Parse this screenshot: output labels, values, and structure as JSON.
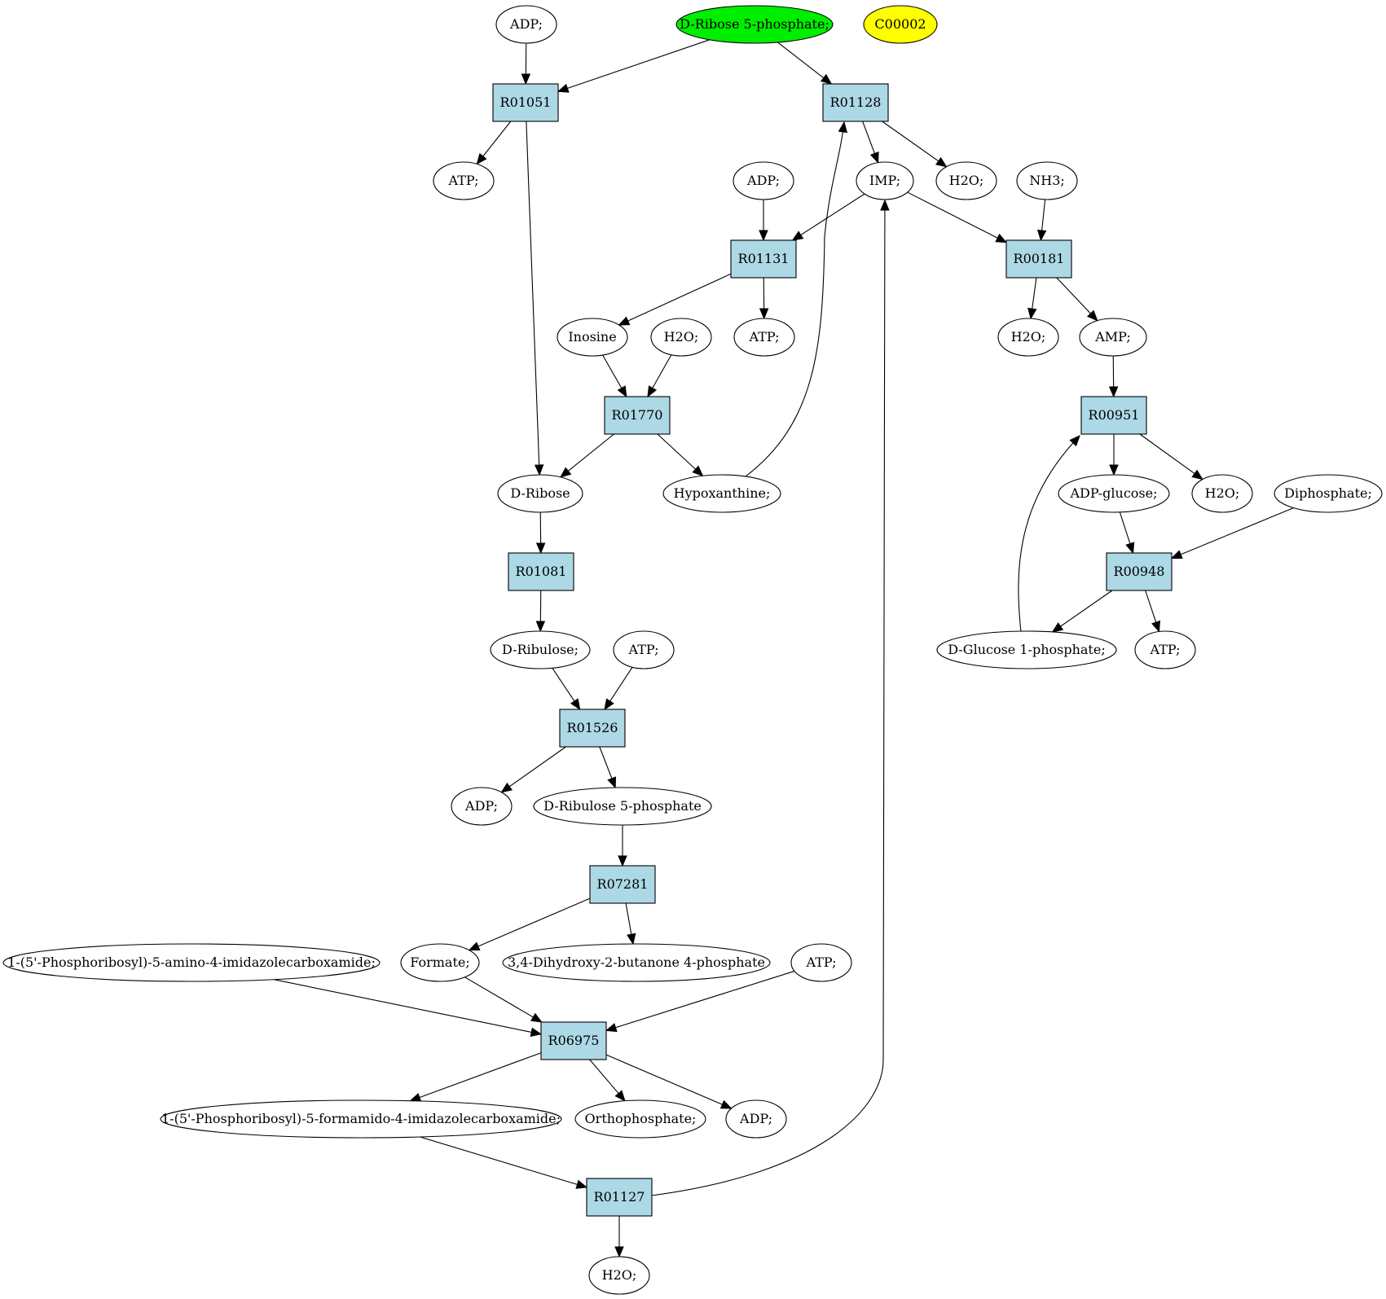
{
  "colors": {
    "reaction_fill": "#add8e6",
    "compound_fill": "#ffffff",
    "source_fill": "#00ee00",
    "target_fill": "#ffff00",
    "stroke": "#000000"
  },
  "nodes": {
    "adp_1": {
      "label": "ADP;",
      "kind": "compound"
    },
    "ribose5p": {
      "label": "D-Ribose 5-phosphate;",
      "kind": "source"
    },
    "c00002": {
      "label": "C00002",
      "kind": "target"
    },
    "r01051": {
      "label": "R01051",
      "kind": "reaction"
    },
    "r01128": {
      "label": "R01128",
      "kind": "reaction"
    },
    "atp_1": {
      "label": "ATP;",
      "kind": "compound"
    },
    "adp_2": {
      "label": "ADP;",
      "kind": "compound"
    },
    "imp": {
      "label": "IMP;",
      "kind": "compound"
    },
    "h2o_1": {
      "label": "H2O;",
      "kind": "compound"
    },
    "nh3": {
      "label": "NH3;",
      "kind": "compound"
    },
    "r01131": {
      "label": "R01131",
      "kind": "reaction"
    },
    "r00181": {
      "label": "R00181",
      "kind": "reaction"
    },
    "inosine": {
      "label": "Inosine",
      "kind": "compound"
    },
    "h2o_2": {
      "label": "H2O;",
      "kind": "compound"
    },
    "atp_2": {
      "label": "ATP;",
      "kind": "compound"
    },
    "h2o_3": {
      "label": "H2O;",
      "kind": "compound"
    },
    "amp": {
      "label": "AMP;",
      "kind": "compound"
    },
    "r01770": {
      "label": "R01770",
      "kind": "reaction"
    },
    "r00951": {
      "label": "R00951",
      "kind": "reaction"
    },
    "d_ribose": {
      "label": "D-Ribose",
      "kind": "compound"
    },
    "hypoxanthine": {
      "label": "Hypoxanthine;",
      "kind": "compound"
    },
    "adp_glucose": {
      "label": "ADP-glucose;",
      "kind": "compound"
    },
    "h2o_4": {
      "label": "H2O;",
      "kind": "compound"
    },
    "diphosphate": {
      "label": "Diphosphate;",
      "kind": "compound"
    },
    "r01081": {
      "label": "R01081",
      "kind": "reaction"
    },
    "r00948": {
      "label": "R00948",
      "kind": "reaction"
    },
    "d_ribulose": {
      "label": "D-Ribulose;",
      "kind": "compound"
    },
    "atp_3": {
      "label": "ATP;",
      "kind": "compound"
    },
    "glucose1p": {
      "label": "D-Glucose 1-phosphate;",
      "kind": "compound"
    },
    "atp_4": {
      "label": "ATP;",
      "kind": "compound"
    },
    "r01526": {
      "label": "R01526",
      "kind": "reaction"
    },
    "adp_3": {
      "label": "ADP;",
      "kind": "compound"
    },
    "ribulose5p": {
      "label": "D-Ribulose 5-phosphate",
      "kind": "compound"
    },
    "r07281": {
      "label": "R07281",
      "kind": "reaction"
    },
    "aicar": {
      "label": "1-(5'-Phosphoribosyl)-5-amino-4-imidazolecarboxamide;",
      "kind": "compound"
    },
    "formate": {
      "label": "Formate;",
      "kind": "compound"
    },
    "dhbp": {
      "label": "3,4-Dihydroxy-2-butanone 4-phosphate",
      "kind": "compound"
    },
    "atp_5": {
      "label": "ATP;",
      "kind": "compound"
    },
    "r06975": {
      "label": "R06975",
      "kind": "reaction"
    },
    "faicar": {
      "label": "1-(5'-Phosphoribosyl)-5-formamido-4-imidazolecarboxamide;",
      "kind": "compound"
    },
    "orthophosphate": {
      "label": "Orthophosphate;",
      "kind": "compound"
    },
    "adp_4": {
      "label": "ADP;",
      "kind": "compound"
    },
    "r01127": {
      "label": "R01127",
      "kind": "reaction"
    },
    "h2o_5": {
      "label": "H2O;",
      "kind": "compound"
    }
  },
  "edges": [
    {
      "from": "adp_1",
      "to": "r01051"
    },
    {
      "from": "ribose5p",
      "to": "r01051"
    },
    {
      "from": "ribose5p",
      "to": "r01128"
    },
    {
      "from": "r01051",
      "to": "atp_1"
    },
    {
      "from": "r01051",
      "to": "d_ribose"
    },
    {
      "from": "r01128",
      "to": "imp"
    },
    {
      "from": "r01128",
      "to": "h2o_1"
    },
    {
      "from": "hypoxanthine",
      "to": "r01128"
    },
    {
      "from": "adp_2",
      "to": "r01131"
    },
    {
      "from": "imp",
      "to": "r01131"
    },
    {
      "from": "imp",
      "to": "r00181"
    },
    {
      "from": "nh3",
      "to": "r00181"
    },
    {
      "from": "r01131",
      "to": "inosine"
    },
    {
      "from": "r01131",
      "to": "atp_2"
    },
    {
      "from": "r00181",
      "to": "h2o_3"
    },
    {
      "from": "r00181",
      "to": "amp"
    },
    {
      "from": "inosine",
      "to": "r01770"
    },
    {
      "from": "h2o_2",
      "to": "r01770"
    },
    {
      "from": "r01770",
      "to": "d_ribose"
    },
    {
      "from": "r01770",
      "to": "hypoxanthine"
    },
    {
      "from": "amp",
      "to": "r00951"
    },
    {
      "from": "glucose1p",
      "to": "r00951"
    },
    {
      "from": "r00951",
      "to": "adp_glucose"
    },
    {
      "from": "r00951",
      "to": "h2o_4"
    },
    {
      "from": "adp_glucose",
      "to": "r00948"
    },
    {
      "from": "diphosphate",
      "to": "r00948"
    },
    {
      "from": "r00948",
      "to": "glucose1p"
    },
    {
      "from": "r00948",
      "to": "atp_4"
    },
    {
      "from": "d_ribose",
      "to": "r01081"
    },
    {
      "from": "r01081",
      "to": "d_ribulose"
    },
    {
      "from": "d_ribulose",
      "to": "r01526"
    },
    {
      "from": "atp_3",
      "to": "r01526"
    },
    {
      "from": "r01526",
      "to": "adp_3"
    },
    {
      "from": "r01526",
      "to": "ribulose5p"
    },
    {
      "from": "ribulose5p",
      "to": "r07281"
    },
    {
      "from": "r07281",
      "to": "formate"
    },
    {
      "from": "r07281",
      "to": "dhbp"
    },
    {
      "from": "aicar",
      "to": "r06975"
    },
    {
      "from": "formate",
      "to": "r06975"
    },
    {
      "from": "atp_5",
      "to": "r06975"
    },
    {
      "from": "r06975",
      "to": "faicar"
    },
    {
      "from": "r06975",
      "to": "orthophosphate"
    },
    {
      "from": "r06975",
      "to": "adp_4"
    },
    {
      "from": "faicar",
      "to": "r01127"
    },
    {
      "from": "r01127",
      "to": "h2o_5"
    },
    {
      "from": "r01127",
      "to": "imp"
    }
  ]
}
